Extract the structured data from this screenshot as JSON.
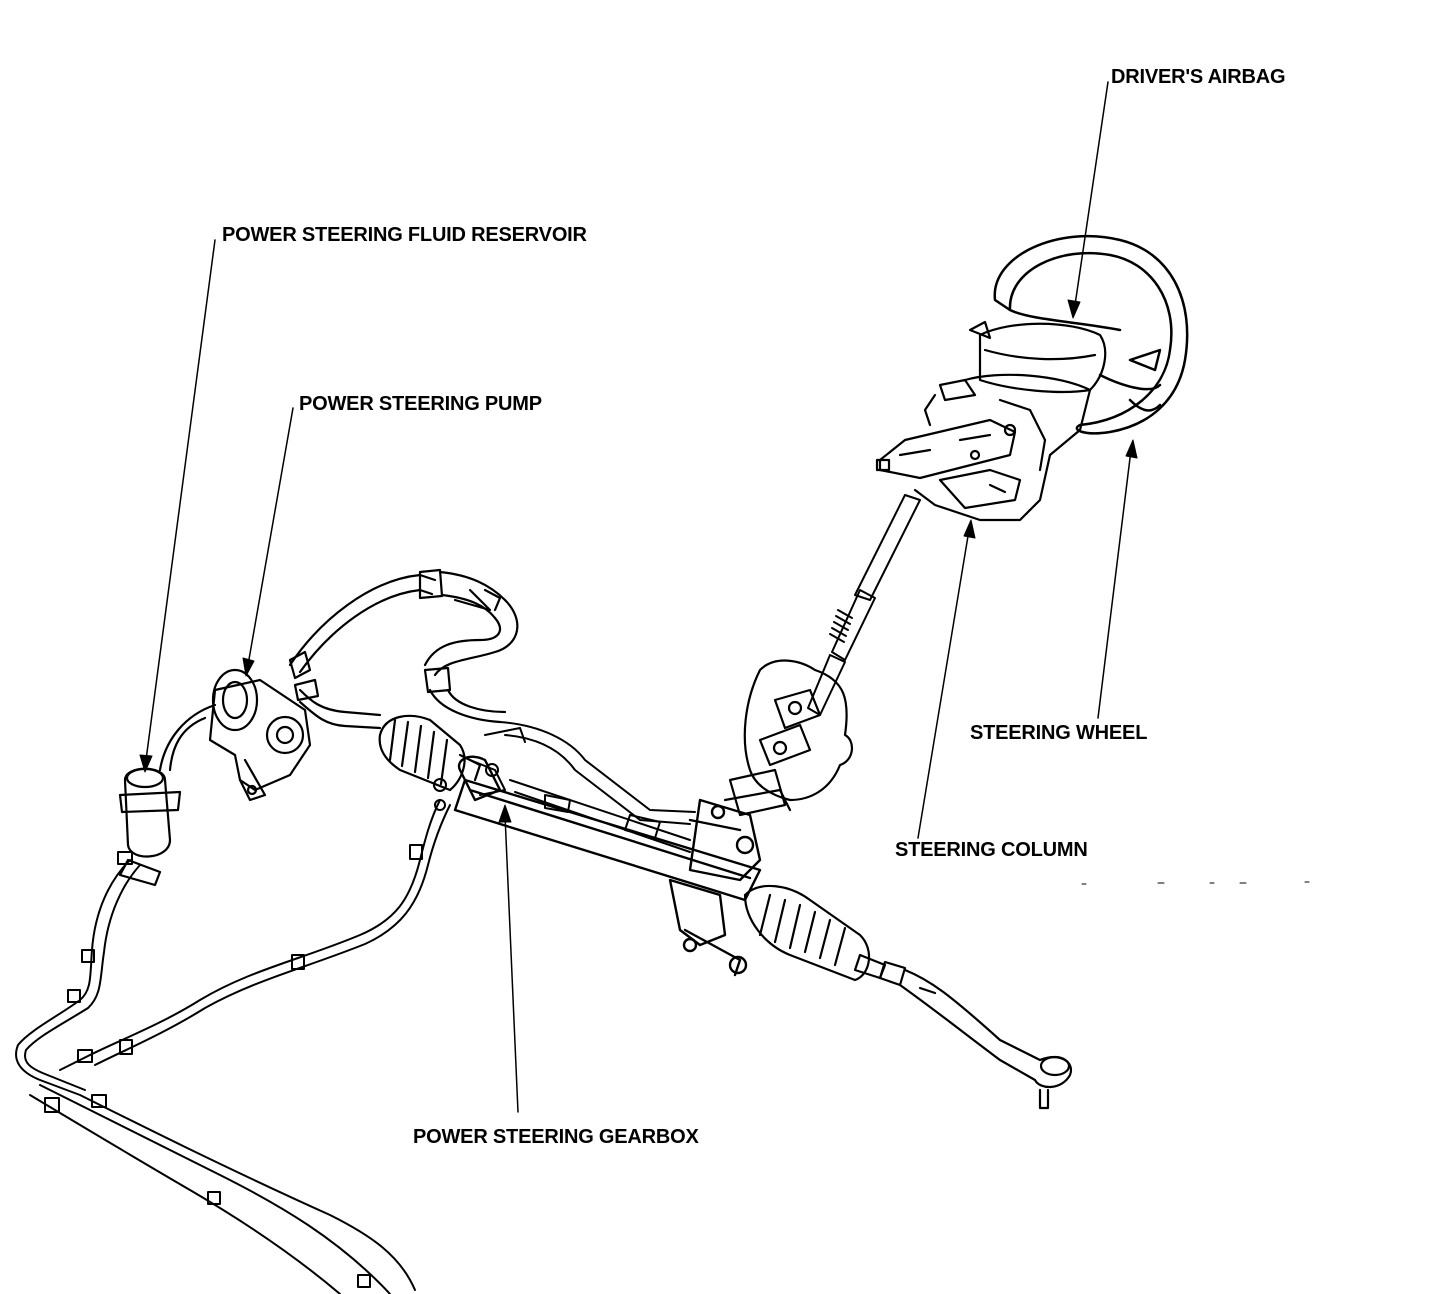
{
  "labels": {
    "drivers_airbag": "DRIVER'S AIRBAG",
    "fluid_reservoir": "POWER STEERING FLUID RESERVOIR",
    "pump": "POWER STEERING PUMP",
    "steering_wheel": "STEERING WHEEL",
    "steering_column": "STEERING COLUMN",
    "gearbox": "POWER STEERING GEARBOX"
  },
  "colors": {
    "ink": "#000000",
    "paper": "#ffffff"
  }
}
